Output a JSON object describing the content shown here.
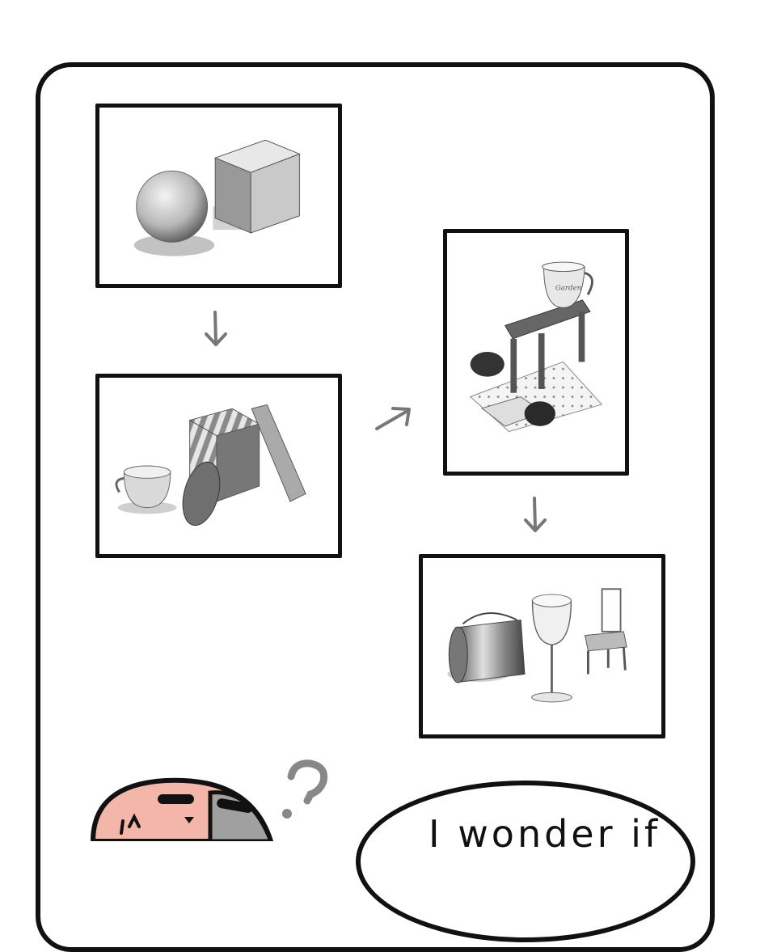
{
  "drawing_progression": {
    "steps": [
      {
        "subject": "sphere and cube"
      },
      {
        "subject": "teacup, striped box and gourd"
      },
      {
        "subject": "pitcher on stool with cloth, bread and dish"
      },
      {
        "subject": "metal bucket, wine glass and chair"
      }
    ]
  },
  "arrows": [
    "↓",
    "↗",
    "↓"
  ],
  "pitcher_label": "Garden",
  "speech": {
    "text": "I wonder if"
  },
  "thought_mark": "?",
  "colors": {
    "ink": "#111111",
    "arrow": "#777777",
    "character_pink": "#f4b6a8"
  }
}
